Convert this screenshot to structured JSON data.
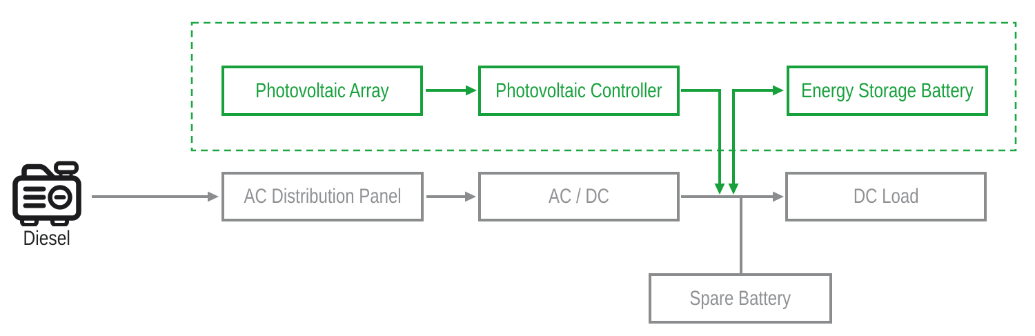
{
  "diagram": {
    "type": "block-diagram",
    "description": "Hybrid diesel + photovoltaic DC power supply system",
    "colors": {
      "green_accent": "#17A13C",
      "gray_accent": "#8A8C8E",
      "icon_black": "#1C1C1E",
      "background": "#FFFFFF"
    },
    "nodes": {
      "pv_array": {
        "label": "Photovoltaic Array"
      },
      "pv_controller": {
        "label": "Photovoltaic Controller"
      },
      "energy_battery": {
        "label": "Energy Storage Battery"
      },
      "diesel": {
        "label": "Diesel"
      },
      "ac_panel": {
        "label": "AC Distribution Panel"
      },
      "ac_dc": {
        "label": "AC / DC"
      },
      "dc_load": {
        "label": "DC Load"
      },
      "spare_battery": {
        "label": "Spare Battery"
      }
    },
    "edges": [
      {
        "from": "pv_array",
        "to": "pv_controller",
        "color": "green",
        "arrow": "end"
      },
      {
        "from": "pv_controller",
        "to": "dc_bus",
        "color": "green",
        "arrow": "end"
      },
      {
        "from": "pv_controller",
        "to": "energy_battery",
        "color": "green",
        "arrow": "end"
      },
      {
        "from": "energy_battery",
        "to": "dc_bus",
        "color": "green",
        "arrow": "end"
      },
      {
        "from": "diesel",
        "to": "ac_panel",
        "color": "gray",
        "arrow": "end"
      },
      {
        "from": "ac_panel",
        "to": "ac_dc",
        "color": "gray",
        "arrow": "end"
      },
      {
        "from": "ac_dc",
        "to": "dc_load",
        "color": "gray",
        "arrow": "end"
      },
      {
        "from": "dc_bus",
        "to": "spare_battery",
        "color": "gray",
        "arrow": "none"
      }
    ],
    "groups": {
      "pv_zone": {
        "style": "green-dashed-border",
        "members": [
          "pv_array",
          "pv_controller",
          "energy_battery"
        ]
      }
    }
  }
}
